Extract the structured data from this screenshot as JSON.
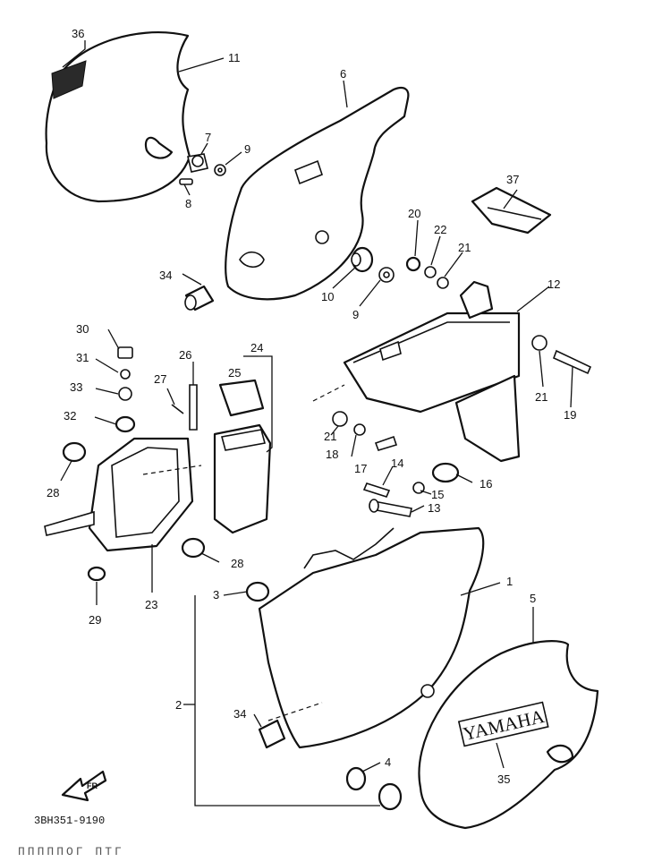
{
  "diagram": {
    "callouts": {
      "c1": "1",
      "c2": "2",
      "c3": "3",
      "c4": "4",
      "c5": "5",
      "c6": "6",
      "c7": "7",
      "c8": "8",
      "c9a": "9",
      "c9b": "9",
      "c10": "10",
      "c11": "11",
      "c12": "12",
      "c13": "13",
      "c14": "14",
      "c15": "15",
      "c16": "16",
      "c17": "17",
      "c18": "18",
      "c19": "19",
      "c20": "20",
      "c21a": "21",
      "c21b": "21",
      "c21c": "21",
      "c22": "22",
      "c23": "23",
      "c24": "24",
      "c25": "25",
      "c26": "26",
      "c27": "27",
      "c28a": "28",
      "c28b": "28",
      "c29": "29",
      "c30": "30",
      "c31": "31",
      "c32": "32",
      "c33": "33",
      "c34a": "34",
      "c34b": "34",
      "c35": "35",
      "c36": "36",
      "c37": "37"
    },
    "emblem_text": "YAMAHA",
    "fr_arrow_text": "FR",
    "drawing_code": "3BH351-9190",
    "footer_text": "ПППППОГ  ПТГ"
  }
}
